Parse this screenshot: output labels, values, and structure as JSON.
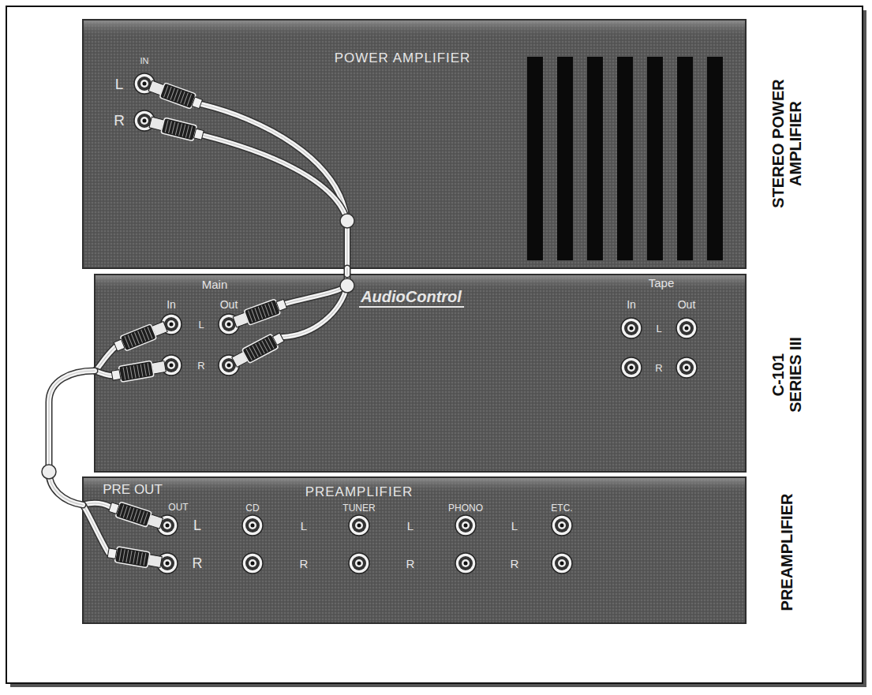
{
  "diagram": {
    "nodes": [
      {
        "text": [
          "POWER AMPLIFIER",
          "STEREO POWER AMPLIFIER"
        ]
      },
      {
        "text": [
          "AudioControl",
          "C-101 SERIES III"
        ]
      },
      {
        "text": [
          "PREAMPLIFIER",
          "PREAMPLIFIER"
        ]
      }
    ],
    "edges": [
      {
        "from": 2,
        "to": 1,
        "arrow": "none"
      },
      {
        "from": 1,
        "to": 0,
        "arrow": "none"
      }
    ],
    "labels": [
      "IN",
      "L",
      "R",
      "Main",
      "In",
      "Out",
      "L",
      "R",
      "Tape",
      "In",
      "Out",
      "L",
      "R",
      "PRE OUT",
      "OUT",
      "L",
      "R",
      "CD",
      "TUNER",
      "PHONO",
      "ETC.",
      "L",
      "L",
      "L",
      "R",
      "R",
      "R"
    ]
  }
}
